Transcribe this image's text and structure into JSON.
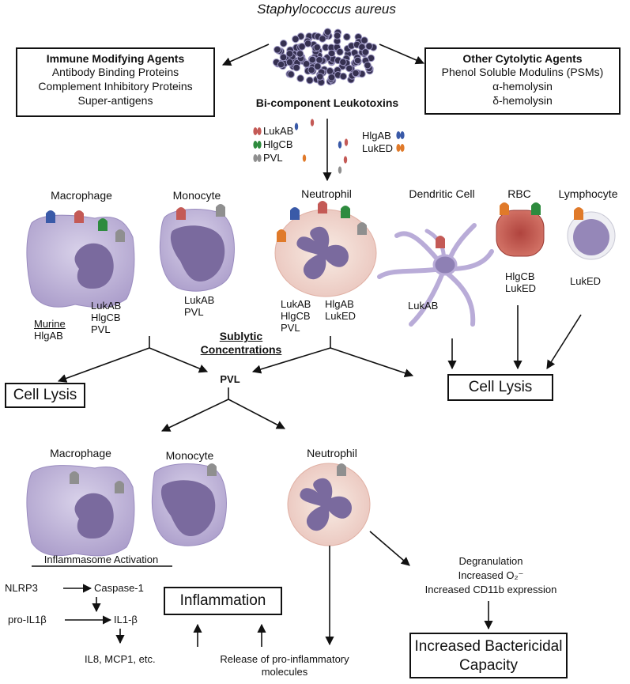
{
  "top": {
    "organism": "Staphylococcus aureus",
    "bicomponent": "Bi-component Leukotoxins"
  },
  "immune_box": {
    "title": "Immune Modifying Agents",
    "lines": [
      "Antibody Binding Proteins",
      "Complement Inhibitory Proteins",
      "Super-antigens"
    ]
  },
  "cytolytic_box": {
    "title": "Other Cytolytic Agents",
    "lines": [
      "Phenol Soluble Modulins (PSMs)",
      "α-hemolysin",
      "δ-hemolysin"
    ]
  },
  "legend": {
    "left": [
      {
        "label": "LukAB",
        "color": "#c45a56"
      },
      {
        "label": "HlgCB",
        "color": "#2e8b3e"
      },
      {
        "label": "PVL",
        "color": "#8f8f8f"
      }
    ],
    "right": [
      {
        "label": "HlgAB",
        "color": "#3a5aa8"
      },
      {
        "label": "LukED",
        "color": "#e07a2a"
      }
    ]
  },
  "cells_top": {
    "macrophage": "Macrophage",
    "monocyte": "Monocyte",
    "neutrophil": "Neutrophil",
    "dendritic": "Dendritic Cell",
    "rbc": "RBC",
    "lymphocyte": "Lymphocyte"
  },
  "toxins": {
    "macrophage_murine": "Murine",
    "macrophage_hlgab": "HlgAB",
    "macrophage_list": [
      "LukAB",
      "HlgCB",
      "PVL"
    ],
    "monocyte_list": [
      "LukAB",
      "PVL"
    ],
    "neutrophil_list_a": [
      "LukAB",
      "HlgCB",
      "PVL"
    ],
    "neutrophil_list_b": [
      "HlgAB",
      "LukED"
    ],
    "dendritic_list": [
      "LukAB"
    ],
    "rbc_list": [
      "HlgCB",
      "LukED"
    ],
    "lymphocyte_list": [
      "LukED"
    ]
  },
  "sublytic": [
    "Sublytic",
    "Concentrations"
  ],
  "pvl": "PVL",
  "cell_lysis_left": "Cell Lysis",
  "cell_lysis_right": "Cell Lysis",
  "cells_bottom": {
    "macrophage": "Macrophage",
    "monocyte": "Monocyte",
    "neutrophil": "Neutrophil"
  },
  "inflammasome": "Inflammasome Activation",
  "pathway": {
    "nlrp3": "NLRP3",
    "caspase": "Caspase-1",
    "pro_il1b": "pro-IL1β",
    "il1b": "IL1-β",
    "il8": "IL8, MCP1, etc."
  },
  "inflammation": "Inflammation",
  "release": [
    "Release of pro-inflammatory",
    "molecules"
  ],
  "neutrophil_effects": [
    "Degranulation",
    "Increased O₂⁻",
    "Increased CD11b expression"
  ],
  "bactericidal": [
    "Increased Bactericidal",
    "Capacity"
  ]
}
